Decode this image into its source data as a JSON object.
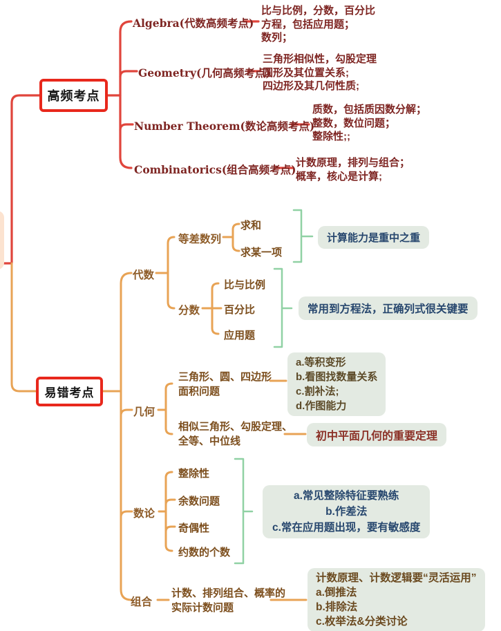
{
  "high_freq": {
    "title": "高频考点",
    "branches": [
      {
        "label": "Algebra(代数高频考点)",
        "notes": [
          "比与比例，分数，百分比",
          "方程，包括应用题；",
          "数列；"
        ]
      },
      {
        "label": "Geometry(几何高频考点)",
        "notes": [
          "三角形相似性，勾股定理",
          "圆形及其位置关系;",
          "四边形及其几何性质;"
        ]
      },
      {
        "label": "Number Theorem(数论高频考点)",
        "notes": [
          "质数，包括质因数分解；",
          "整数，数位问题；",
          "整除性;;"
        ]
      },
      {
        "label": "Combinatorics(组合高频考点)",
        "notes": [
          "计数原理，排列与组合；",
          "概率，核心是计算;"
        ]
      }
    ]
  },
  "error_prone": {
    "title": "易错考点",
    "algebra": {
      "label": "代数",
      "arith_seq": {
        "label": "等差数列",
        "items": [
          "求和",
          "求某一项"
        ],
        "tip": "计算能力是重中之重"
      },
      "fraction": {
        "label": "分数",
        "items": [
          "比与比例",
          "百分比",
          "应用题"
        ],
        "tip": "常用到方程法，正确列式很关键要"
      }
    },
    "geometry": {
      "label": "几何",
      "area": {
        "line1": "三角形、圆、四边形",
        "line2": "面积问题",
        "tips": [
          "a.等积变形",
          "b.看图找数量关系",
          "c.割补法;",
          "d.作图能力"
        ]
      },
      "similar": {
        "line1": "相似三角形、勾股定理、",
        "line2": "全等、中位线",
        "tip": "初中平面几何的重要定理"
      }
    },
    "number_theory": {
      "label": "数论",
      "items": [
        "整除性",
        "余数问题",
        "奇偶性",
        "约数的个数"
      ],
      "tips": [
        "a.常见整除特征要熟练",
        "b.作差法",
        "c.常在应用题出现，要有敏感度"
      ]
    },
    "combinatorics": {
      "label": "组合",
      "line1": "计数、排列组合、概率的",
      "line2": "实际计数问题",
      "tips": [
        "计数原理、计数逻辑要“灵活运用”",
        "a.倒推法",
        "b.排除法",
        "c.枚举法&分类讨论"
      ]
    }
  },
  "colors": {
    "red_line": "#e0453c",
    "red_box_border": "#e8281c",
    "dark_red_text": "#7e2522",
    "orange_line": "#e8a355",
    "mid_brown_text": "#8d5b27",
    "leaf_brown_text": "#7c4e1d",
    "green_bracket": "#90d1a4",
    "badge_bg": "#e3eae2",
    "badge_navy_text": "#27476e",
    "badge_olive_text": "#5c4a28",
    "badge_maroon_text": "#8b3026",
    "badge_brown_text": "#6b4a20",
    "root_fill": "#fce3d0"
  }
}
